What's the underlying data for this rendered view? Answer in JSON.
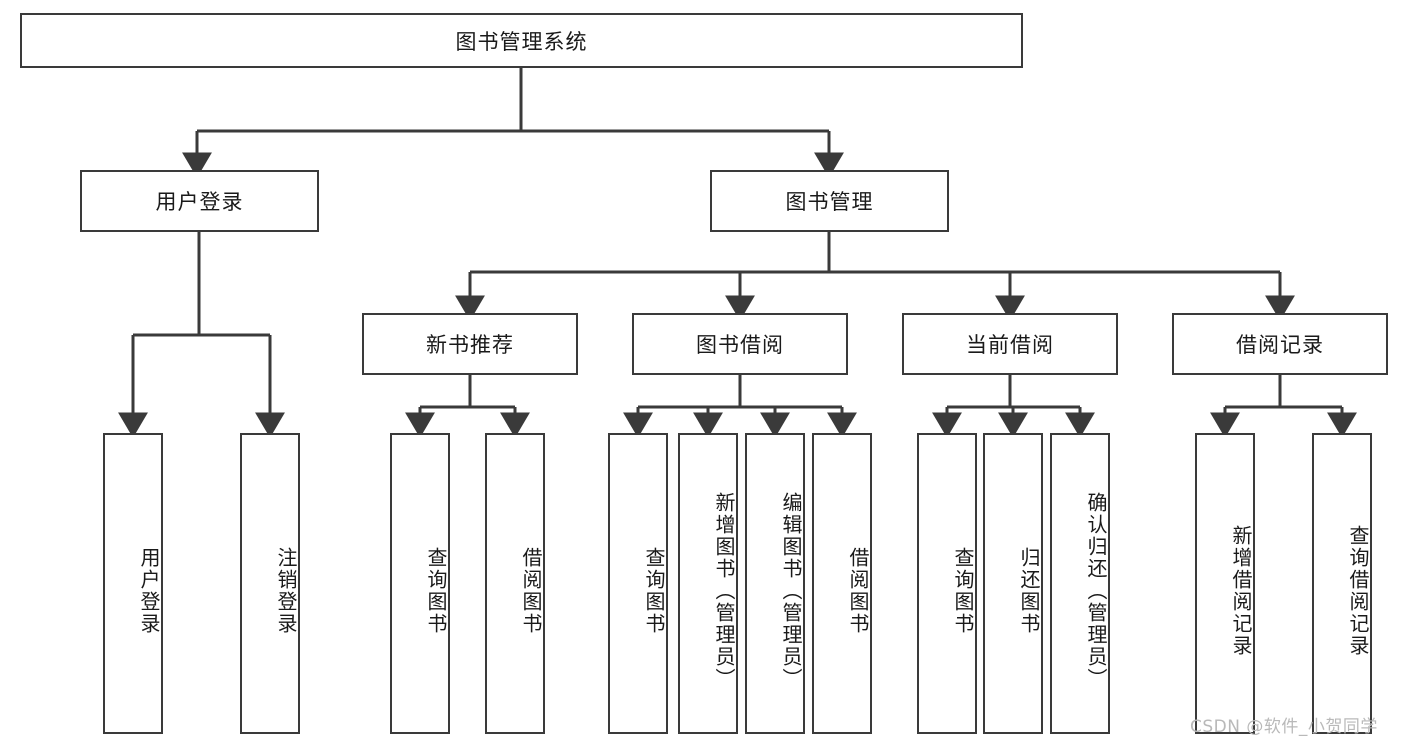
{
  "diagram": {
    "type": "tree",
    "title": "图书管理系统",
    "orientation": "top-down",
    "levels": 4,
    "root": {
      "label": "图书管理系统"
    },
    "level2": [
      {
        "label": "用户登录"
      },
      {
        "label": "图书管理"
      }
    ],
    "level3": [
      {
        "label": "新书推荐"
      },
      {
        "label": "图书借阅"
      },
      {
        "label": "当前借阅"
      },
      {
        "label": "借阅记录"
      }
    ],
    "leaves": [
      {
        "label": "用户登录",
        "parent": "用户登录"
      },
      {
        "label": "注销登录",
        "parent": "用户登录"
      },
      {
        "label": "查询图书",
        "parent": "新书推荐"
      },
      {
        "label": "借阅图书",
        "parent": "新书推荐"
      },
      {
        "label": "查询图书",
        "parent": "图书借阅"
      },
      {
        "label": "新增图书（管理员）",
        "parent": "图书借阅"
      },
      {
        "label": "编辑图书（管理员）",
        "parent": "图书借阅"
      },
      {
        "label": "借阅图书",
        "parent": "图书借阅"
      },
      {
        "label": "查询图书",
        "parent": "当前借阅"
      },
      {
        "label": "归还图书",
        "parent": "当前借阅"
      },
      {
        "label": "确认归还（管理员）",
        "parent": "当前借阅"
      },
      {
        "label": "新增借阅记录",
        "parent": "借阅记录"
      },
      {
        "label": "查询借阅记录",
        "parent": "借阅记录"
      }
    ]
  },
  "watermark": {
    "text": "CSDN @软件_小贺同学"
  },
  "colors": {
    "stroke": "#3a3a3a",
    "fill": "#ffffff",
    "text": "#1a1a1a",
    "watermark": "#b9b9b9"
  }
}
